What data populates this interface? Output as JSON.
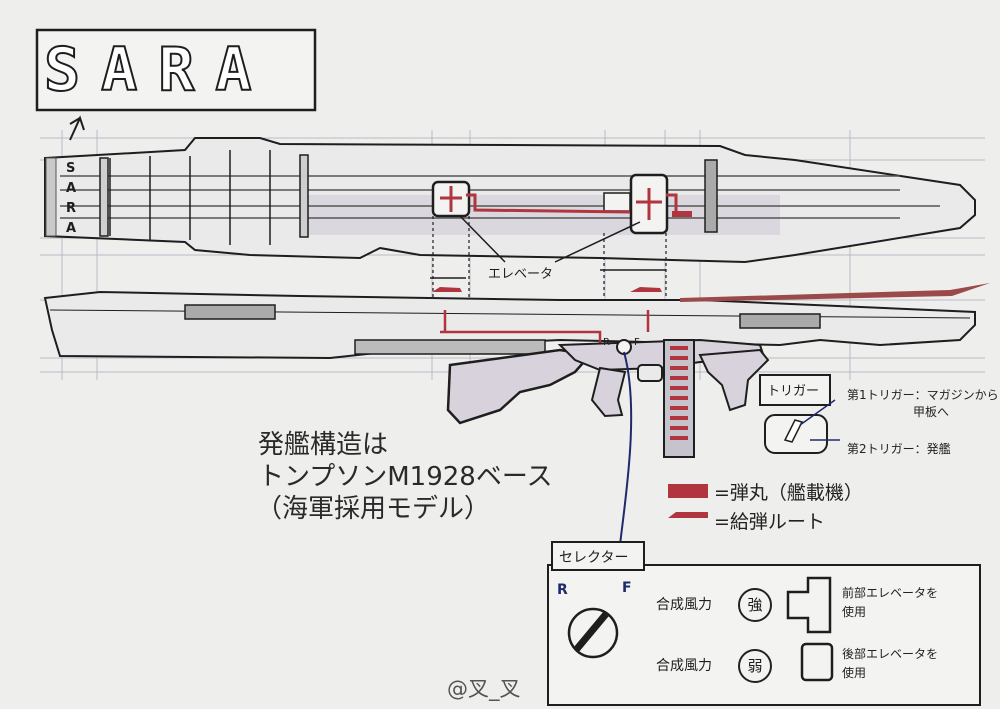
{
  "title": "SARA",
  "ship_stencil": [
    "S",
    "A",
    "R",
    "A"
  ],
  "elevator_label": "エレベータ",
  "caption": {
    "line1": "発艦構造は",
    "line2": "トンプソンM1928ベース",
    "line3": "（海軍採用モデル）"
  },
  "trigger": {
    "title": "トリガー",
    "note1_a": "第1トリガー：マガジンから",
    "note1_b": "甲板へ",
    "note2": "第2トリガー：発艦"
  },
  "legend": {
    "ammo": "=弾丸（艦載機）",
    "feed_route": "=給弾ルート"
  },
  "selector": {
    "title": "セレクター",
    "mark_r": "R",
    "mark_f": "F",
    "row1_label": "合成風力",
    "row1_mark": "強",
    "row1_desc_a": "前部エレベータを",
    "row1_desc_b": "使用",
    "row2_label": "合成風力",
    "row2_mark": "弱",
    "row2_desc_a": "後部エレベータを",
    "row2_desc_b": "使用"
  },
  "watermark": "@叉_叉",
  "colors": {
    "ammo_red": "#b0353e",
    "gun_fill": "#d7d2db",
    "paper": "#eeeeec",
    "line": "#1e1e1e"
  }
}
